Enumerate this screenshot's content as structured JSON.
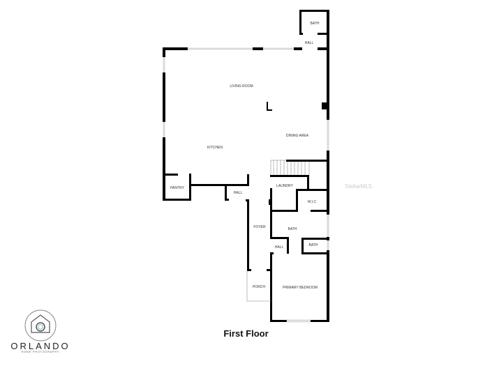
{
  "title": "First Floor",
  "rooms": {
    "bath_upper": "BATH",
    "hall_upper": "HALL",
    "living_room": "LIVING ROOM",
    "dining_area": "DINING AREA",
    "kitchen": "KITCHEN",
    "pantry": "PANTRY",
    "hall_left": "HALL",
    "laundry": "LAUNDRY",
    "wic": "W.I.C",
    "foyer": "FOYER",
    "bath_mid": "BATH",
    "hall_mid": "HALL",
    "bath_small": "BATH",
    "porch": "PORCH",
    "primary_bedroom": "PRIMARY BEDROOM"
  },
  "logo": {
    "name": "ORLANDO",
    "subtitle": "HOME PHOTOGRAPHY"
  },
  "watermark": "StellarMLS"
}
